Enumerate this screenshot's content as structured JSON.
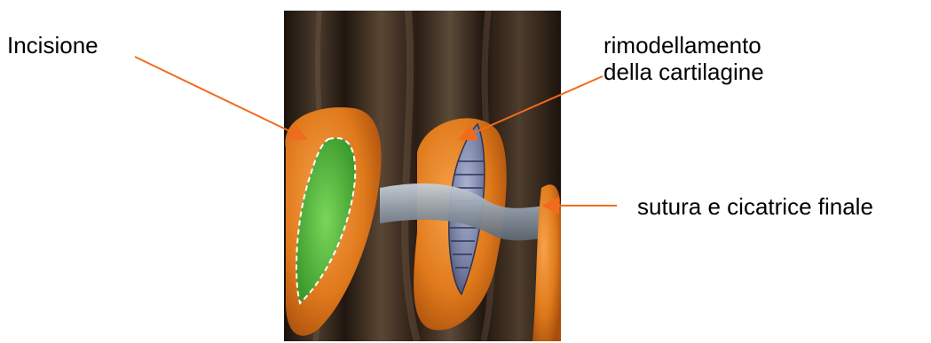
{
  "labels": {
    "incisione": "Incisione",
    "rimodellamento_line1": "rimodellamento",
    "rimodellamento_line2": "della cartilagine",
    "sutura": "sutura e cicatrice finale"
  },
  "colors": {
    "arrow": "#f26b1d",
    "background_dark": "#2a1d14",
    "ear_orange": "#e07a1c",
    "incision_green": "#4fbf3c",
    "band_gray": "#8c97a3"
  }
}
